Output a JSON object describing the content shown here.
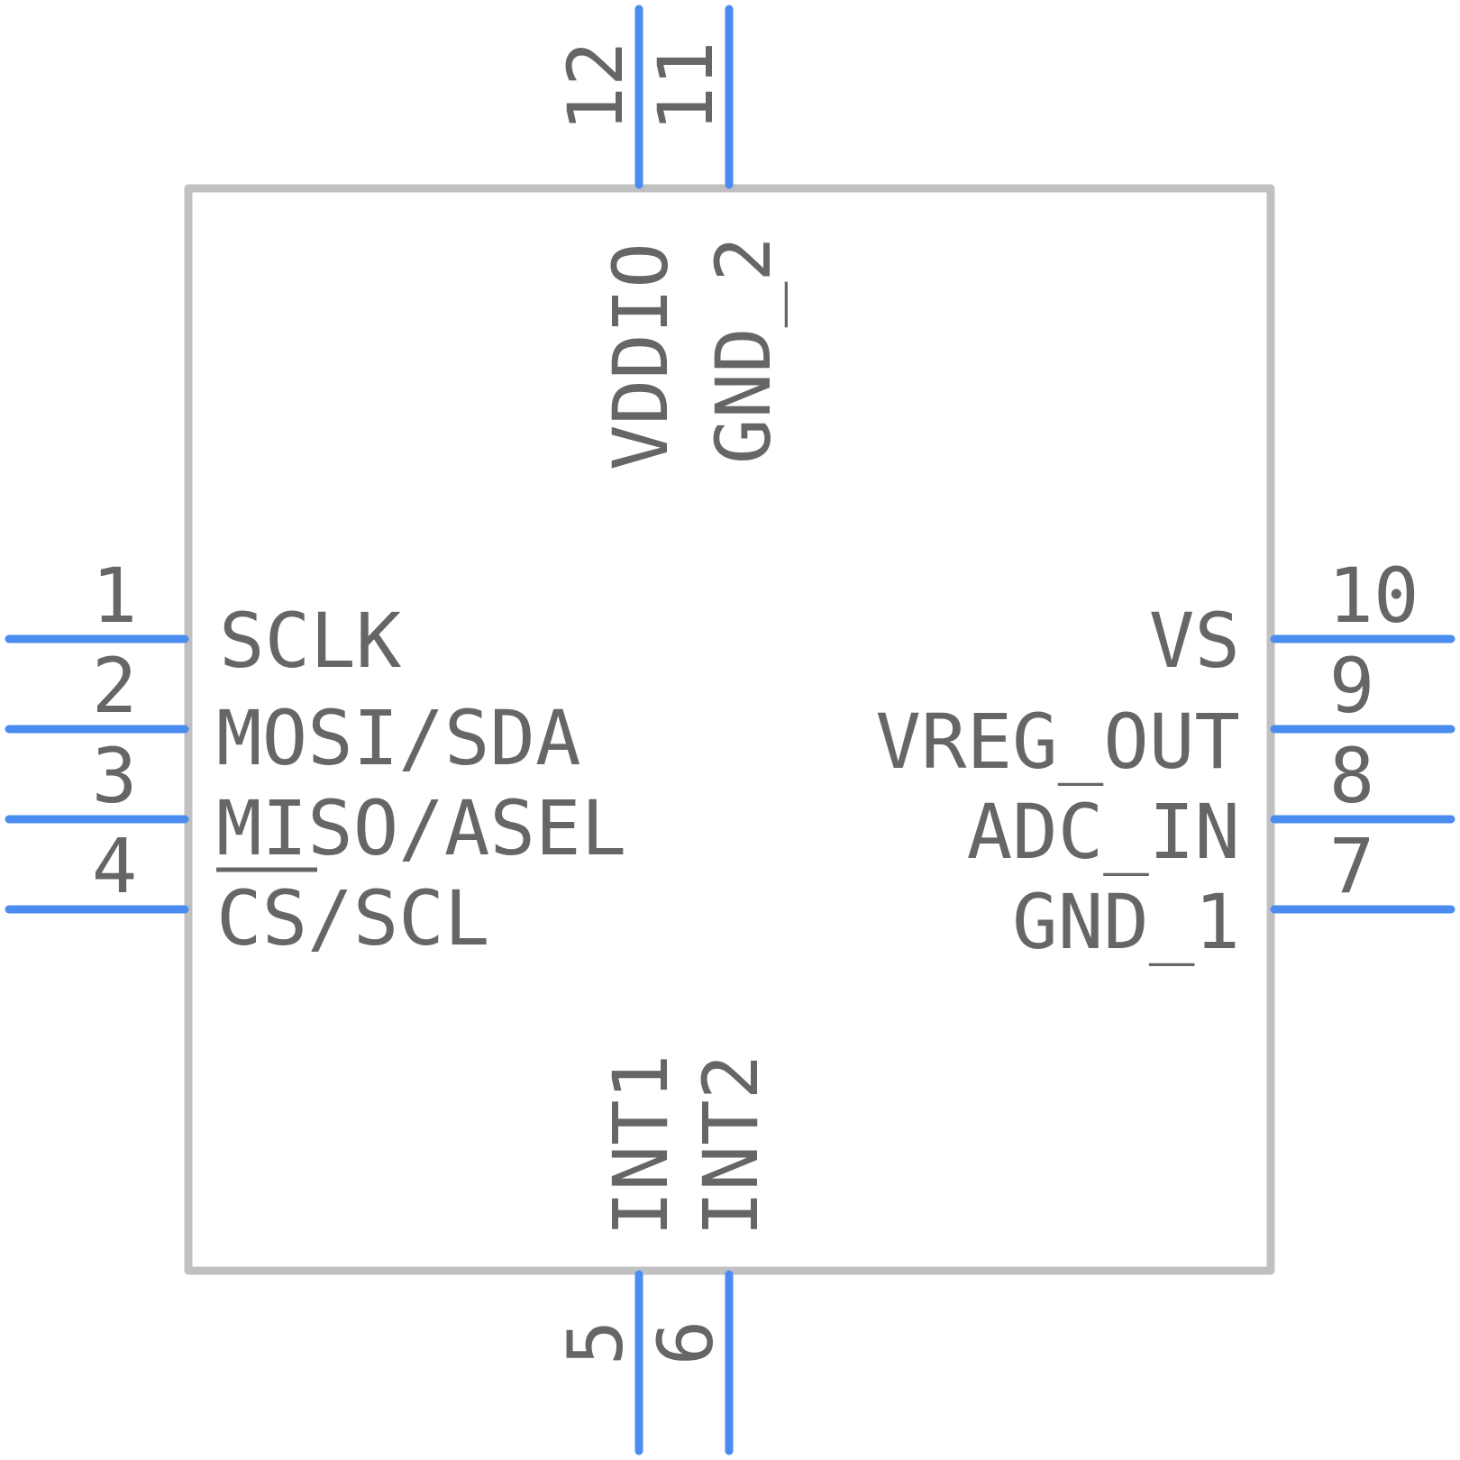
{
  "colors": {
    "body_outline": "#C0C0C0",
    "pin_line": "#4A8CF0",
    "text": "#666666",
    "background": "#FFFFFF"
  },
  "pins": {
    "p1": {
      "number": "1",
      "name": "SCLK"
    },
    "p2": {
      "number": "2",
      "name": "MOSI/SDA"
    },
    "p3": {
      "number": "3",
      "name": "MISO/ASEL"
    },
    "p4": {
      "number": "4",
      "name": "CS/SCL"
    },
    "p5": {
      "number": "5",
      "name": "INT1"
    },
    "p6": {
      "number": "6",
      "name": "INT2"
    },
    "p7": {
      "number": "7",
      "name": "GND_1"
    },
    "p8": {
      "number": "8",
      "name": "ADC_IN"
    },
    "p9": {
      "number": "9",
      "name": "VREG_OUT"
    },
    "p10": {
      "number": "10",
      "name": "VS"
    },
    "p11": {
      "number": "11",
      "name": "GND_2"
    },
    "p12": {
      "number": "12",
      "name": "VDDIO"
    }
  }
}
